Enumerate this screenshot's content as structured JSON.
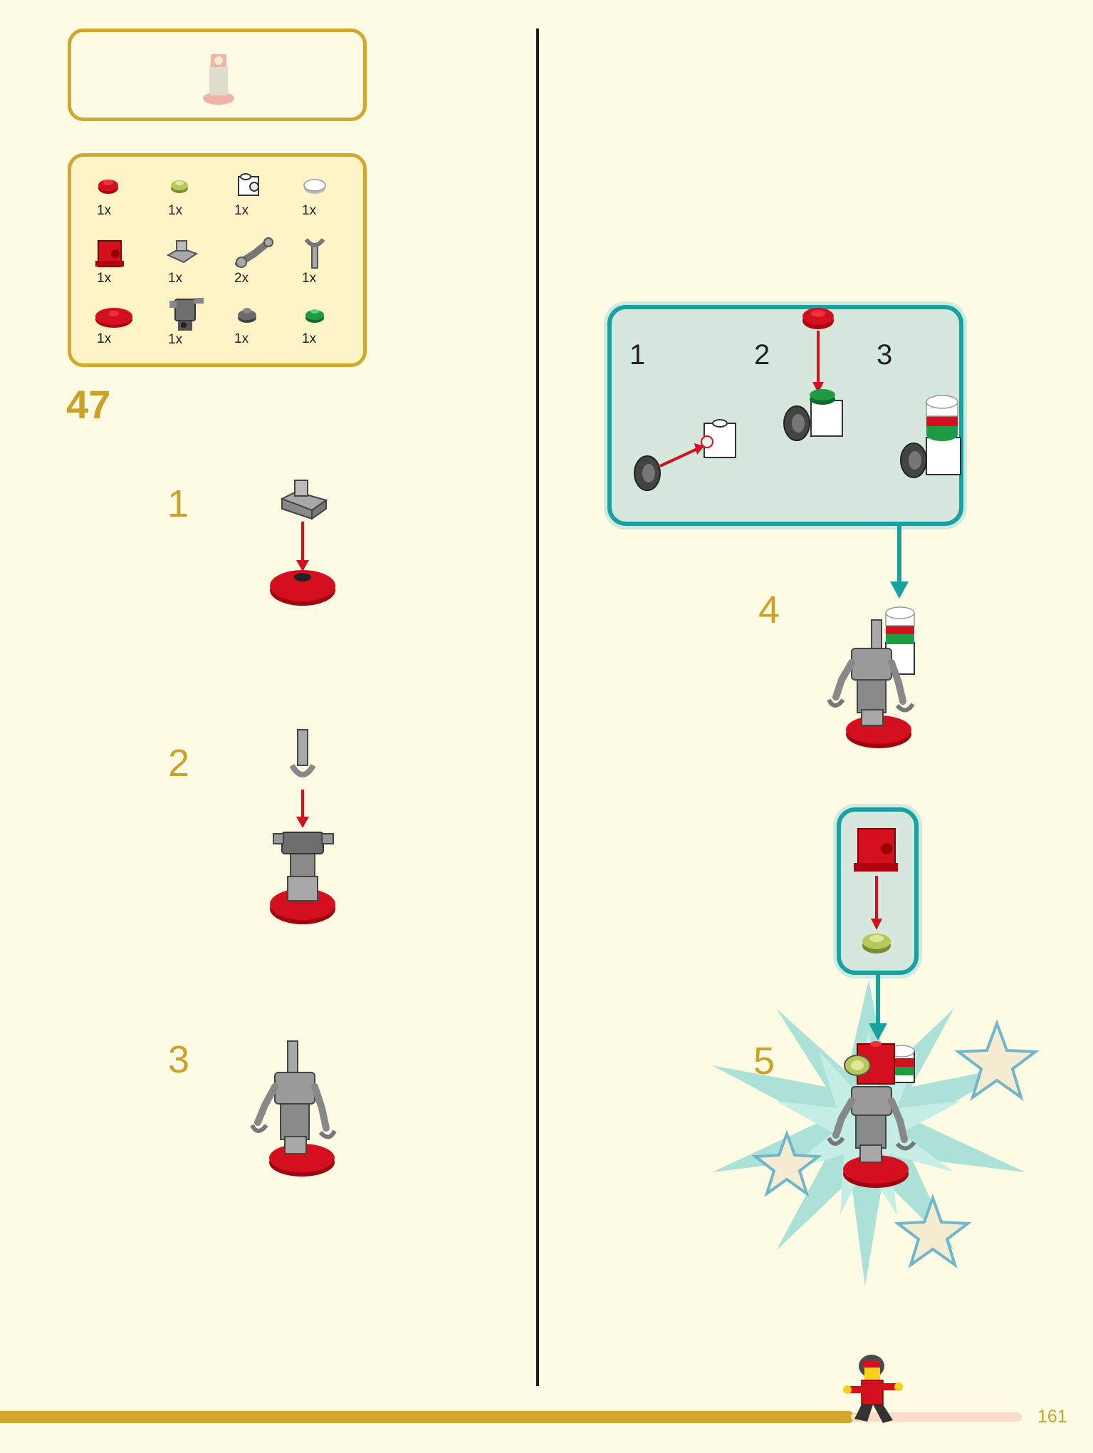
{
  "instruction_page": {
    "page_number": "161",
    "step_group": "47",
    "parts_list": [
      {
        "icon": "red-round-plate-icon",
        "qty": "1x"
      },
      {
        "icon": "lime-round-plate-icon",
        "qty": "1x"
      },
      {
        "icon": "white-bracket-brick-icon",
        "qty": "1x"
      },
      {
        "icon": "white-round-tile-icon",
        "qty": "1x"
      },
      {
        "icon": "red-headlight-brick-icon",
        "qty": "1x"
      },
      {
        "icon": "gray-clip-plate-icon",
        "qty": "1x"
      },
      {
        "icon": "gray-arm-icon",
        "qty": "2x"
      },
      {
        "icon": "gray-bar-holder-icon",
        "qty": "1x"
      },
      {
        "icon": "red-round-base-icon",
        "qty": "1x"
      },
      {
        "icon": "gray-droid-torso-icon",
        "qty": "1x"
      },
      {
        "icon": "dark-gray-round-plate-icon",
        "qty": "1x"
      },
      {
        "icon": "green-round-plate-icon",
        "qty": "1x"
      }
    ],
    "steps_left": [
      "1",
      "2",
      "3"
    ],
    "callout_substeps": [
      "1",
      "2",
      "3"
    ],
    "steps_right": [
      "4",
      "5"
    ]
  },
  "colors": {
    "background": "#FEFBE5",
    "accent_gold": "#D2A72B",
    "callout_teal": "#17A2A0",
    "brick_red": "#D40F1E",
    "brick_gray": "#A8A8A8"
  }
}
